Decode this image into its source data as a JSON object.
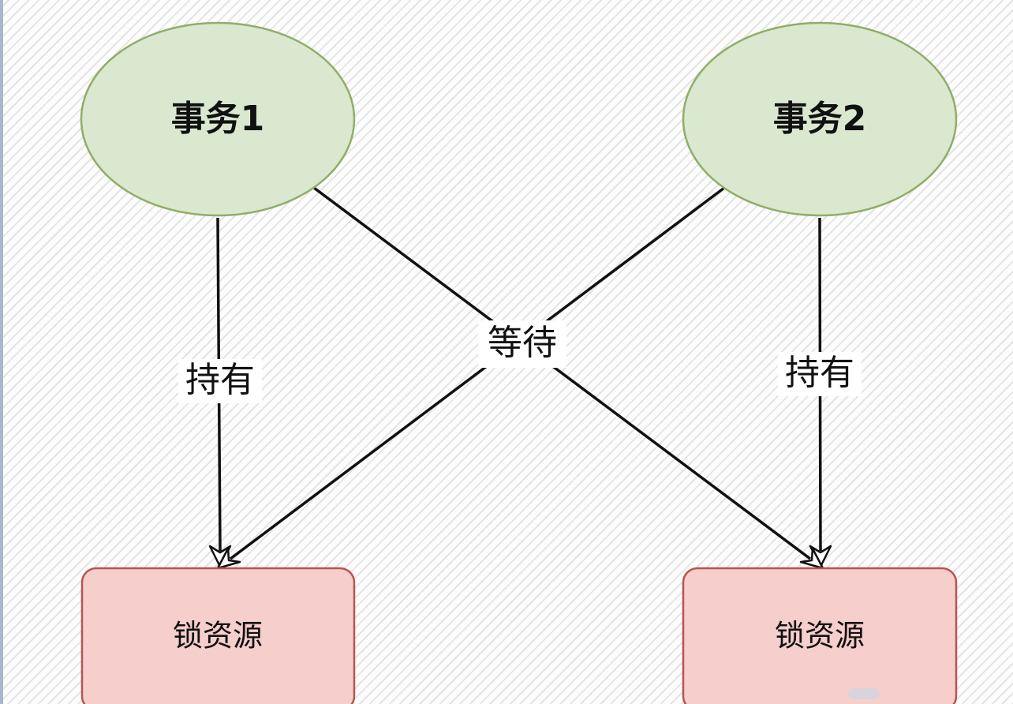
{
  "diagram": {
    "nodes": {
      "transaction_1": "事务1",
      "transaction_2": "事务2",
      "lock_resource_left": "锁资源",
      "lock_resource_right": "锁资源"
    },
    "edges": {
      "hold_left": "持有",
      "wait": "等待",
      "hold_right": "持有"
    }
  },
  "colors": {
    "transaction_fill": "#dae8cf",
    "transaction_border": "#8fae67",
    "resource_fill": "#f6cecc",
    "resource_border": "#b85450",
    "edge": "#111111"
  }
}
